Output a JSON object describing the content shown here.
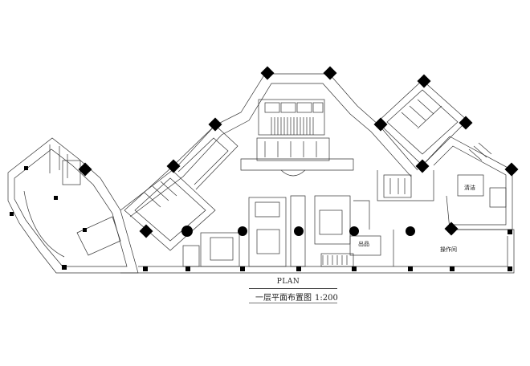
{
  "plan": {
    "title_en": "PLAN",
    "title_cn": "一层平面布置图",
    "scale": "1:200",
    "room_labels": {
      "cleaning": "清洁",
      "display": "出品",
      "operation": "操作间"
    }
  }
}
